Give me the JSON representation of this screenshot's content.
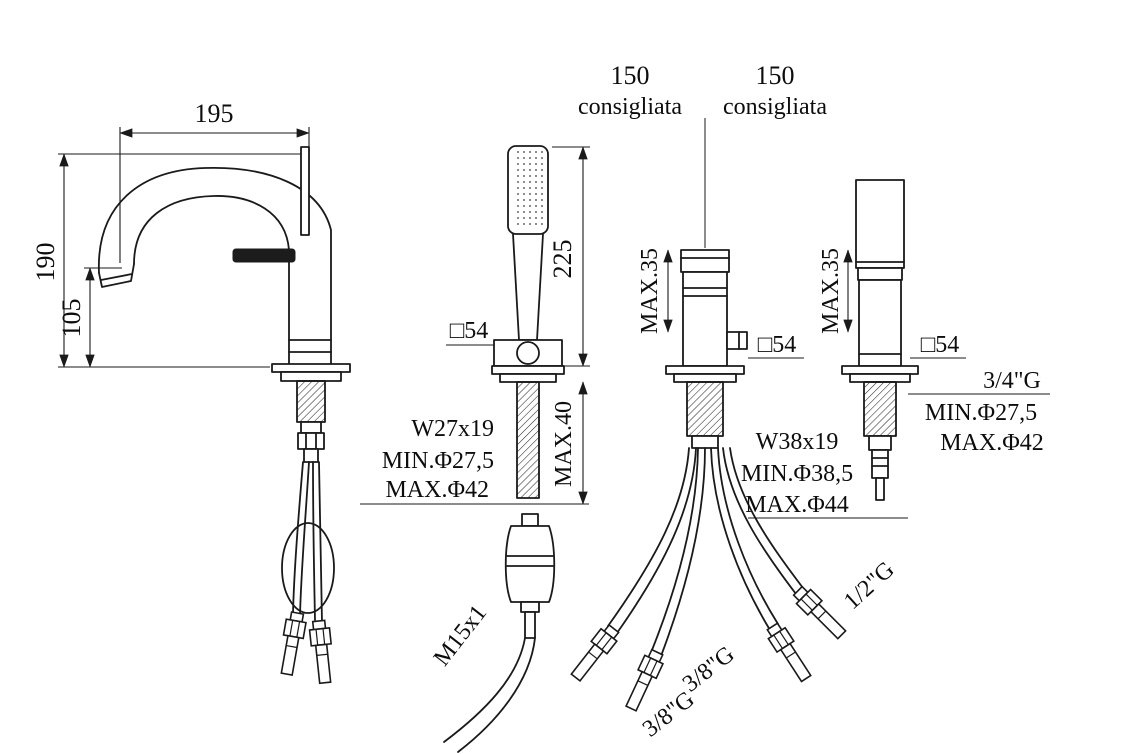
{
  "drawing": {
    "line_color": "#1a1a1a",
    "background": "#ffffff",
    "spout": {
      "projection": "195",
      "height": "190",
      "outlet_height": "105"
    },
    "handshower": {
      "height": "225",
      "max_deck": "MAX.40",
      "base_square": "□54",
      "hose_thread": "M15x1"
    },
    "spacing_left": {
      "value": "150",
      "note": "consigliata"
    },
    "spacing_right": {
      "value": "150",
      "note": "consigliata"
    },
    "labels_left": {
      "thread": "W27x19",
      "min": "MIN.Φ27,5",
      "max": "MAX.Φ42"
    },
    "labels_mid": {
      "thread": "W38x19",
      "min": "MIN.Φ38,5",
      "max": "MAX.Φ44"
    },
    "labels_right": {
      "thread": "3/4\"G",
      "min": "MIN.Φ27,5",
      "max": "MAX.Φ42"
    },
    "diverter": {
      "max_reveal": "MAX.35",
      "base_square": "□54",
      "hose_left_a": "3/8\"G",
      "hose_left_b": "3/8\"G",
      "hose_right": "1/2\"G"
    },
    "handle": {
      "max_reveal": "MAX.35",
      "base_square": "□54"
    }
  }
}
